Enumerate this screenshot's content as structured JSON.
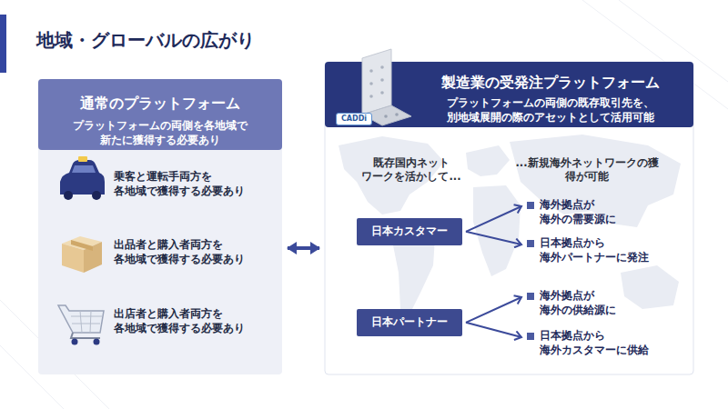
{
  "diagram": {
    "title": "地域・グローバルの広がり",
    "nodes": [
      {
        "text": [
          "通常のプラットフォーム",
          "プラットフォームの両側を各地域で 新たに獲得する必要あり"
        ]
      },
      {
        "text": [
          "製造業の受発注プラットフォーム",
          "プラットフォームの両側の既存取引先を、 別地域展開の際のアセットとして活用可能"
        ]
      },
      {
        "text": [
          "日本カスタマー"
        ],
        "in": 1
      },
      {
        "text": [
          "海外拠点が 海外の需要源に"
        ],
        "in": 1
      },
      {
        "text": [
          "日本拠点から 海外パートナーに発注"
        ],
        "in": 1
      },
      {
        "text": [
          "日本パートナー"
        ],
        "in": 1
      },
      {
        "text": [
          "海外拠点が 海外の供給源に"
        ],
        "in": 1
      },
      {
        "text": [
          "日本拠点から 海外カスタマーに供給"
        ],
        "in": 1
      }
    ],
    "edges": [
      {
        "from": 0,
        "to": 1,
        "arrow": "both"
      },
      {
        "from": 2,
        "to": 3,
        "arrow": "to"
      },
      {
        "from": 2,
        "to": 4,
        "arrow": "to"
      },
      {
        "from": 5,
        "to": 6,
        "arrow": "to"
      },
      {
        "from": 5,
        "to": 7,
        "arrow": "to"
      }
    ],
    "labels": [
      "乗客と運転手両方を 各地域で獲得する必要あり",
      "出品者と購入者両方を 各地域で獲得する必要あり",
      "出店者と購入者両方を 各地域で獲得する必要あり",
      "CADDi",
      "既存国内ネット ワークを活かして...",
      "...新規海外ネットワークの獲 得が可能"
    ]
  }
}
